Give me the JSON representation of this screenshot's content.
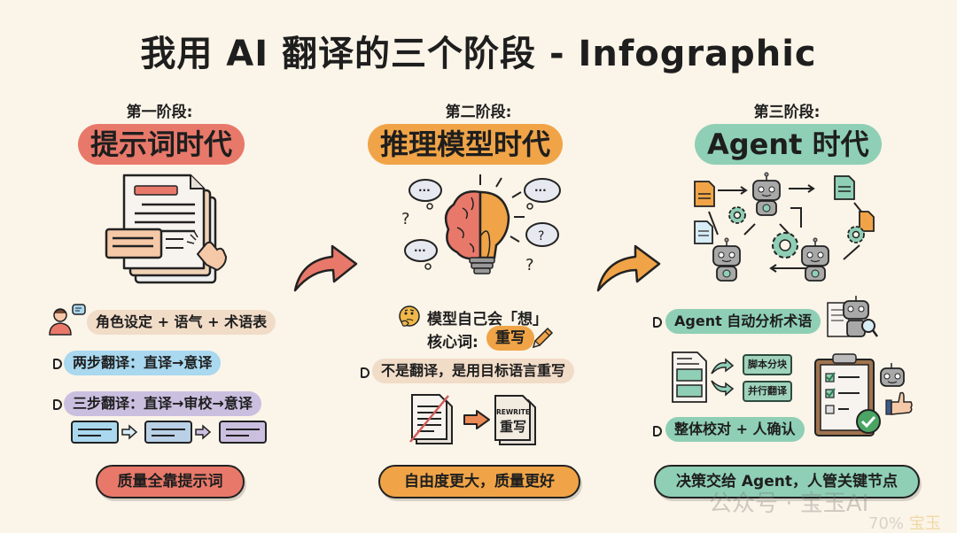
{
  "title": "我用 AI 翻译的三个阶段 - Infographic",
  "colors": {
    "background": "#fbf4e8",
    "stage1_accent": "#e8796a",
    "stage2_accent": "#f0a447",
    "stage3_accent": "#8fcfb6",
    "blue_pill": "#a9d8ef",
    "purple_pill": "#cbbfe0",
    "beige_pill": "#f1dcc8"
  },
  "stages": [
    {
      "label": "第一阶段:",
      "title": "提示词时代",
      "items": [
        {
          "text": "角色设定 + 语气 + 术语表",
          "icon": "person-chat-icon"
        },
        {
          "text": "两步翻译：直译→意译",
          "icon": "play-bullet-icon"
        },
        {
          "text": "三步翻译：直译→审校→意译",
          "icon": "play-bullet-icon"
        }
      ],
      "summary": "质量全靠提示词"
    },
    {
      "label": "第二阶段:",
      "title": "推理模型时代",
      "items": [
        {
          "text": "模型自己会「想」",
          "icon": "thinking-face-icon"
        },
        {
          "text": "核心词:",
          "highlight": "重写",
          "icon": "pencil-icon"
        },
        {
          "text": "不是翻译，是用目标语言重写",
          "icon": "play-bullet-icon"
        }
      ],
      "rewrite_doc": {
        "label_en": "REWRITE",
        "label_zh": "重写"
      },
      "summary": "自由度更大，质量更好"
    },
    {
      "label": "第三阶段:",
      "title": "Agent 时代",
      "items": [
        {
          "text": "Agent 自动分析术语",
          "icon": "play-bullet-icon"
        },
        {
          "text": "脚本分块",
          "icon": "curved-arrow-icon"
        },
        {
          "text": "并行翻译",
          "icon": "curved-arrow-icon"
        },
        {
          "text": "整体校对 + 人确认",
          "icon": "play-bullet-icon"
        }
      ],
      "summary": "决策交给 Agent，人管关键节点"
    }
  ],
  "watermark": {
    "text": "公众号 · 宝玉AI",
    "sub_percent": "70%",
    "sub_name": "宝玉"
  }
}
